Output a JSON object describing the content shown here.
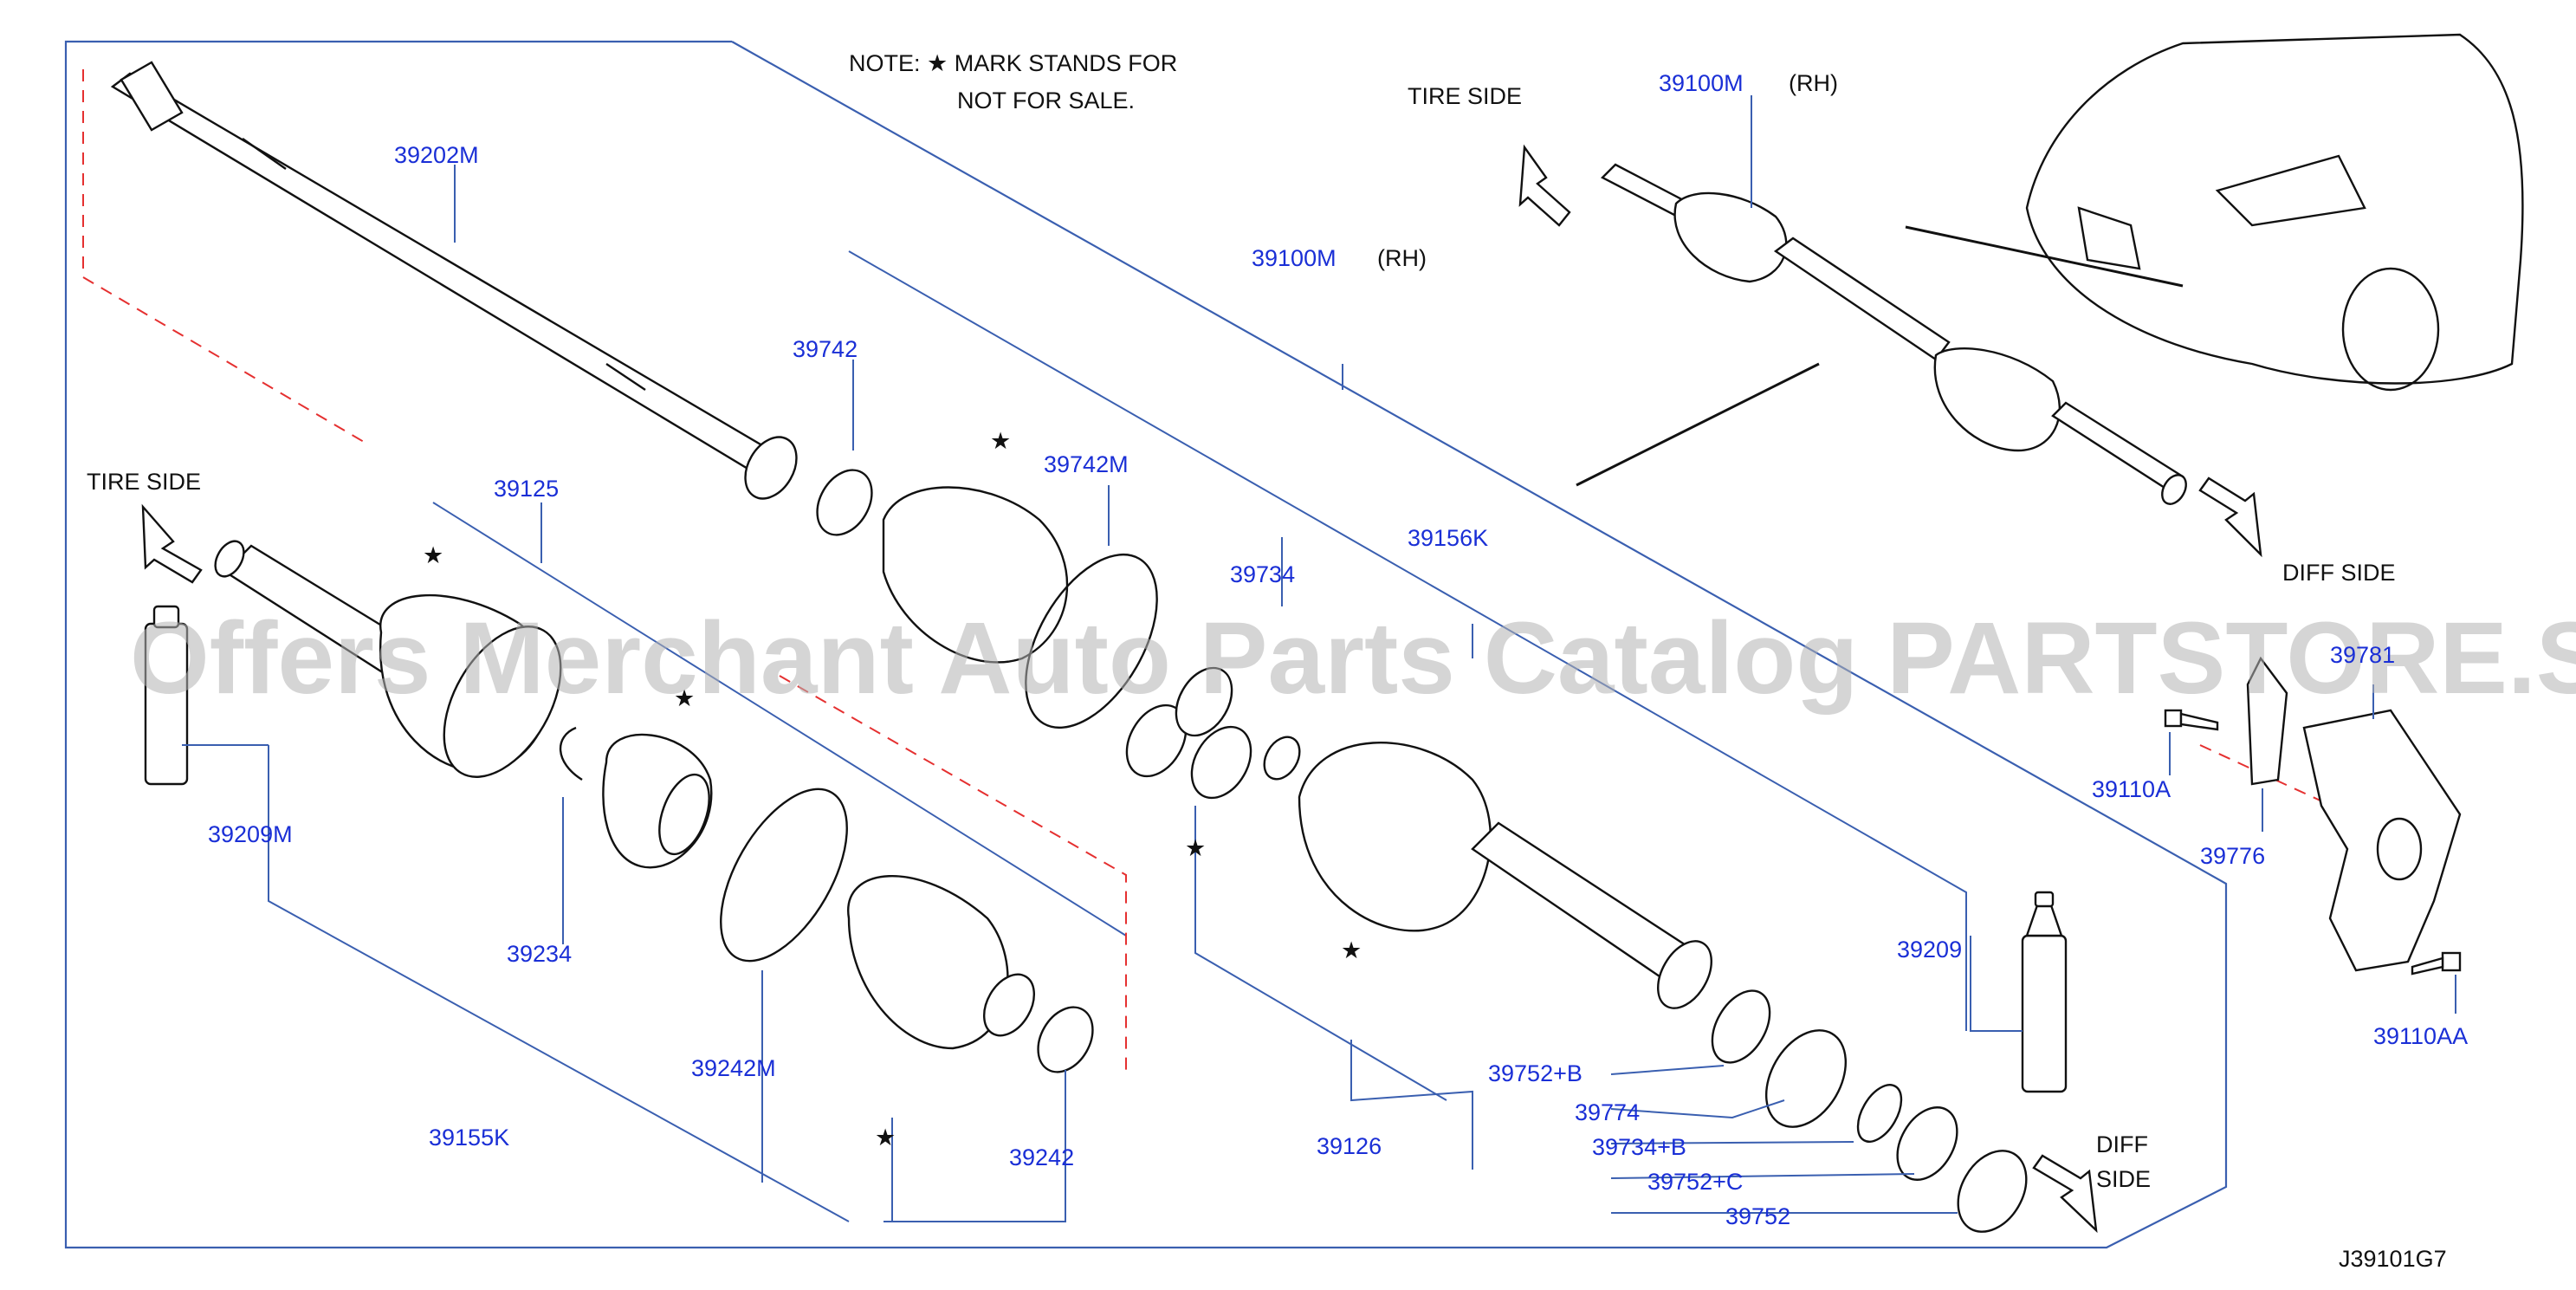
{
  "note": {
    "line1": "NOTE:  ★ MARK  STANDS  FOR",
    "line2": "NOT  FOR  SALE."
  },
  "watermark": "Offers Merchant Auto Parts Catalog PARTSTORE.SA",
  "diagram_code": "J39101G7",
  "side_labels": {
    "tire_side_top": "TIRE  SIDE",
    "tire_side_left": "TIRE  SIDE",
    "diff_side_top": "DIFF  SIDE",
    "diff_side_bottom_1": "DIFF",
    "diff_side_bottom_2": "SIDE"
  },
  "star": "★",
  "rh": "(RH)",
  "parts": {
    "p39100M_top": "39100M",
    "p39100M": "39100M",
    "p39202M": "39202M",
    "p39742": "39742",
    "p39742M": "39742M",
    "p39125": "39125",
    "p39734": "39734",
    "p39156K": "39156K",
    "p39209M": "39209M",
    "p39234": "39234",
    "p39155K": "39155K",
    "p39242M": "39242M",
    "p39242": "39242",
    "p39126": "39126",
    "p39752B": "39752+B",
    "p39774": "39774",
    "p39734B": "39734+B",
    "p39752C": "39752+C",
    "p39752": "39752",
    "p39209": "39209",
    "p39110A": "39110A",
    "p39776": "39776",
    "p39110AA": "39110AA",
    "p39781": "39781"
  },
  "colors": {
    "part_number": "#1a2fd6",
    "leader_line": "#3a5fb0",
    "hidden_line": "#e53030",
    "watermark": "#b4b4b4"
  }
}
